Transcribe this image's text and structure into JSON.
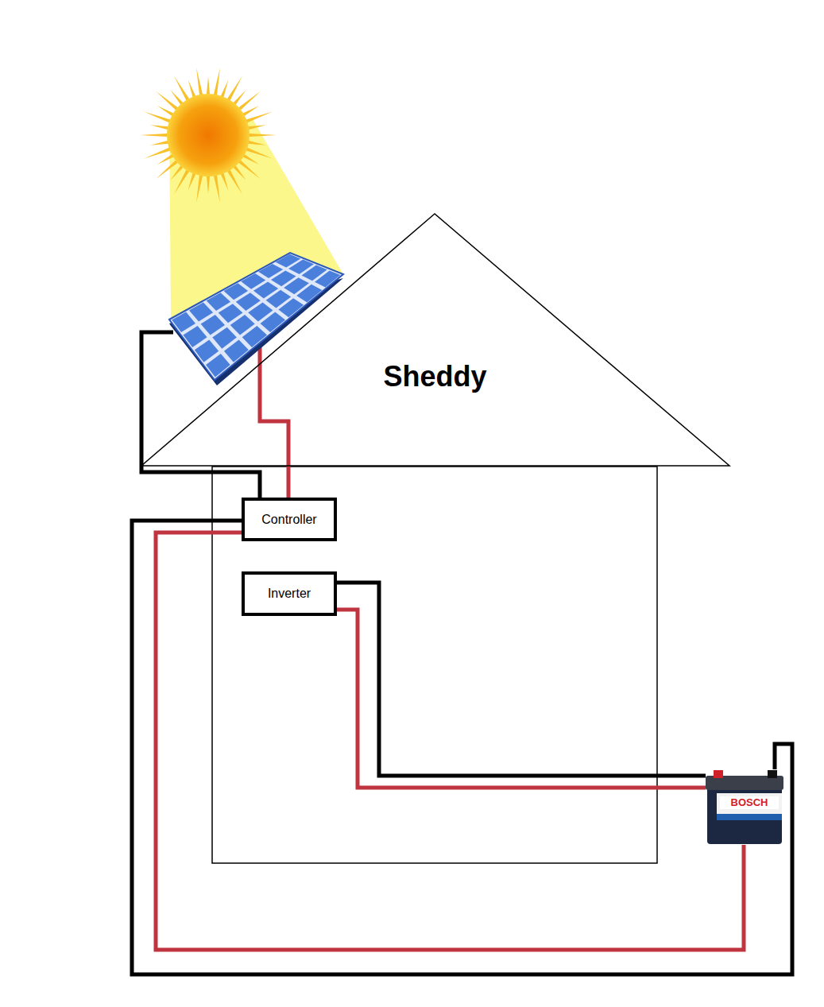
{
  "diagram": {
    "nodes": [
      {
        "text": [
          "Sheddy"
        ]
      },
      {
        "text": [
          "Controller"
        ]
      },
      {
        "text": [
          "Inverter"
        ]
      },
      {
        "text": [
          "BOSCH"
        ]
      }
    ],
    "edges": [
      {
        "from": 1,
        "to": 3,
        "arrow": "none"
      },
      {
        "from": 1,
        "to": 3,
        "arrow": "none"
      },
      {
        "from": 2,
        "to": 3,
        "arrow": "none"
      },
      {
        "from": 2,
        "to": 3,
        "arrow": "none"
      }
    ]
  }
}
